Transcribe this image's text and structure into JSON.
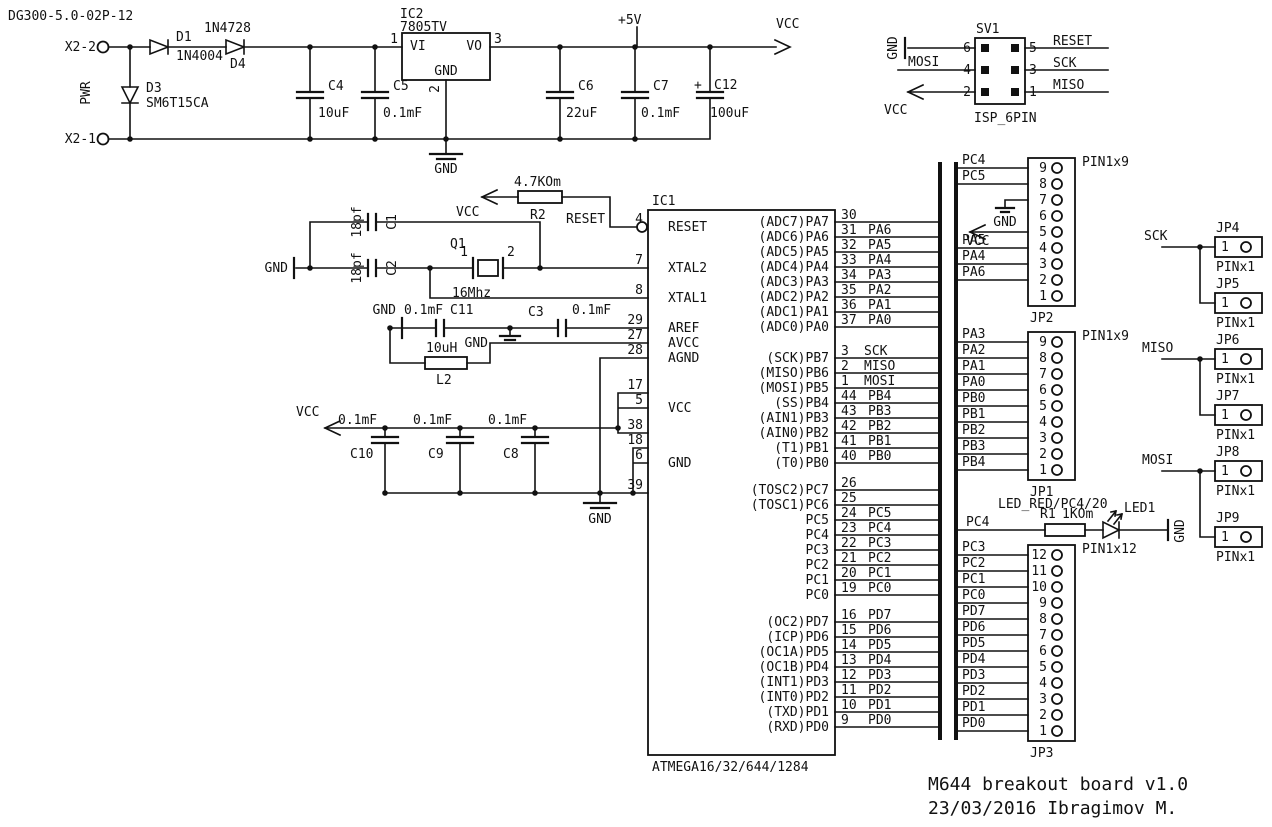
{
  "sheet": {
    "doc_code": "DG300-5.0-02P-12",
    "footer_line1": "M644 breakout board v1.0",
    "footer_line2": "23/03/2016 Ibragimov M."
  },
  "power": {
    "x2_2": "X2-2",
    "x2_1": "X2-1",
    "pwr": "PWR",
    "d1_ref": "D1",
    "d1_val": "1N4004",
    "d4_ref": "D4",
    "d4_val": "1N4728",
    "d3_ref": "D3",
    "d3_val": "SM6T15CA",
    "c4_ref": "C4",
    "c4_val": "10uF",
    "c5_ref": "C5",
    "c5_val": "0.1mF",
    "c6_ref": "C6",
    "c6_val": "22uF",
    "c7_ref": "C7",
    "c7_val": "0.1mF",
    "c12_plus": "+",
    "c12_ref": "C12",
    "c12_val": "100uF",
    "ic2_ref": "IC2",
    "ic2_val": "7805TV",
    "ic2_vi": "VI",
    "ic2_vo": "VO",
    "ic2_gnd": "GND",
    "ic2_p1": "1",
    "ic2_p2": "2",
    "ic2_p3": "3",
    "net_5v": "+5V",
    "net_vcc": "VCC",
    "gnd_label": "GND"
  },
  "isp": {
    "ref": "SV1",
    "footprint": "ISP_6PIN",
    "p1": "1",
    "p2": "2",
    "p3": "3",
    "p4": "4",
    "p5": "5",
    "p6": "6",
    "gnd": "GND",
    "mosi": "MOSI",
    "vcc": "VCC",
    "reset": "RESET",
    "sck": "SCK",
    "miso": "MISO"
  },
  "reset_net": {
    "vcc": "VCC",
    "r2_val": "4.7KOm",
    "r2_ref": "R2",
    "label": "RESET"
  },
  "xtal": {
    "gnd": "GND",
    "c1_val": "18pf",
    "c1_ref": "C1",
    "c2_val": "18pf",
    "c2_ref": "C2",
    "q1_ref": "Q1",
    "q1_val": "16Mhz",
    "p1": "1",
    "p2": "2"
  },
  "analog": {
    "gnd_left": "GND",
    "c11_val": "0.1mF",
    "c11_ref": "C11",
    "gnd_mid": "GND",
    "c3_ref": "C3",
    "c3_val": "0.1mF",
    "l2_val": "10uH",
    "l2_ref": "L2"
  },
  "decoupling": {
    "vcc": "VCC",
    "gnd": "GND",
    "c10_val": "0.1mF",
    "c9_val": "0.1mF",
    "c8_val": "0.1mF",
    "c10_ref": "C10",
    "c9_ref": "C9",
    "c8_ref": "C8"
  },
  "ic1": {
    "ref": "IC1",
    "part": "ATMEGA16/32/644/1284",
    "pin_reset": "RESET",
    "pin_xtal2": "XTAL2",
    "pin_xtal1": "XTAL1",
    "pin_aref": "AREF",
    "pin_avcc": "AVCC",
    "pin_agnd": "AGND",
    "pin_vcc": "VCC",
    "pin_gnd": "GND",
    "num_reset": "4",
    "num_xtal2": "7",
    "num_xtal1": "8",
    "num_aref": "29",
    "num_avcc": "27",
    "num_agnd": "28",
    "num_vcc": [
      "17",
      "5",
      "38"
    ],
    "num_gnd": [
      "18",
      "6",
      "39"
    ],
    "porta": [
      {
        "name": "(ADC7)PA7",
        "num": "30",
        "net": ""
      },
      {
        "name": "(ADC6)PA6",
        "num": "31",
        "net": "PA6"
      },
      {
        "name": "(ADC5)PA5",
        "num": "32",
        "net": "PA5"
      },
      {
        "name": "(ADC4)PA4",
        "num": "33",
        "net": "PA4"
      },
      {
        "name": "(ADC3)PA3",
        "num": "34",
        "net": "PA3"
      },
      {
        "name": "(ADC2)PA2",
        "num": "35",
        "net": "PA2"
      },
      {
        "name": "(ADC1)PA1",
        "num": "36",
        "net": "PA1"
      },
      {
        "name": "(ADC0)PA0",
        "num": "37",
        "net": "PA0"
      }
    ],
    "portb": [
      {
        "name": "(SCK)PB7",
        "num": "3",
        "net": "SCK"
      },
      {
        "name": "(MISO)PB6",
        "num": "2",
        "net": "MISO"
      },
      {
        "name": "(MOSI)PB5",
        "num": "1",
        "net": "MOSI"
      },
      {
        "name": "(SS)PB4",
        "num": "44",
        "net": "PB4"
      },
      {
        "name": "(AIN1)PB3",
        "num": "43",
        "net": "PB3"
      },
      {
        "name": "(AIN0)PB2",
        "num": "42",
        "net": "PB2"
      },
      {
        "name": "(T1)PB1",
        "num": "41",
        "net": "PB1"
      },
      {
        "name": "(T0)PB0",
        "num": "40",
        "net": "PB0"
      }
    ],
    "portc": [
      {
        "name": "(TOSC2)PC7",
        "num": "26",
        "net": ""
      },
      {
        "name": "(TOSC1)PC6",
        "num": "25",
        "net": ""
      },
      {
        "name": "PC5",
        "num": "24",
        "net": "PC5"
      },
      {
        "name": "PC4",
        "num": "23",
        "net": "PC4"
      },
      {
        "name": "PC3",
        "num": "22",
        "net": "PC3"
      },
      {
        "name": "PC2",
        "num": "21",
        "net": "PC2"
      },
      {
        "name": "PC1",
        "num": "20",
        "net": "PC1"
      },
      {
        "name": "PC0",
        "num": "19",
        "net": "PC0"
      }
    ],
    "portd": [
      {
        "name": "(OC2)PD7",
        "num": "16",
        "net": "PD7"
      },
      {
        "name": "(ICP)PD6",
        "num": "15",
        "net": "PD6"
      },
      {
        "name": "(OC1A)PD5",
        "num": "14",
        "net": "PD5"
      },
      {
        "name": "(OC1B)PD4",
        "num": "13",
        "net": "PD4"
      },
      {
        "name": "(INT1)PD3",
        "num": "12",
        "net": "PD3"
      },
      {
        "name": "(INT0)PD2",
        "num": "11",
        "net": "PD2"
      },
      {
        "name": "(TXD)PD1",
        "num": "10",
        "net": "PD1"
      },
      {
        "name": "(RXD)PD0",
        "num": "9",
        "net": "PD0"
      }
    ]
  },
  "jp2": {
    "ref": "JP2",
    "type": "PIN1x9",
    "nums": [
      "9",
      "8",
      "7",
      "6",
      "5",
      "4",
      "3",
      "2",
      "1"
    ],
    "net_9": "PC4",
    "net_8": "PC5",
    "net_4": "PA5",
    "net_3": "PA4",
    "net_2": "PA6",
    "gnd": "GND",
    "vcc": "VCC"
  },
  "jp1": {
    "ref": "JP1",
    "type": "PIN1x9",
    "nums": [
      "9",
      "8",
      "7",
      "6",
      "5",
      "4",
      "3",
      "2",
      "1"
    ],
    "nets": [
      "PA3",
      "PA2",
      "PA1",
      "PA0",
      "PB0",
      "PB1",
      "PB2",
      "PB3",
      "PB4"
    ]
  },
  "jp3": {
    "ref": "JP3",
    "type": "PIN1x12",
    "nums": [
      "12",
      "11",
      "10",
      "9",
      "8",
      "7",
      "6",
      "5",
      "4",
      "3",
      "2",
      "1"
    ],
    "nets": [
      "PC3",
      "PC2",
      "PC1",
      "PC0",
      "PD7",
      "PD6",
      "PD5",
      "PD4",
      "PD3",
      "PD2",
      "PD1",
      "PD0"
    ]
  },
  "led": {
    "label": "LED_RED/PC4/20",
    "net": "PC4",
    "r1_ref": "R1",
    "r1_val": "1KOm",
    "led_ref": "LED1",
    "gnd": "GND"
  },
  "aux_headers": {
    "sck": "SCK",
    "miso": "MISO",
    "mosi": "MOSI",
    "type": "PINx1",
    "pin": "1",
    "jp4": "JP4",
    "jp5": "JP5",
    "jp6": "JP6",
    "jp7": "JP7",
    "jp8": "JP8",
    "jp9": "JP9"
  }
}
